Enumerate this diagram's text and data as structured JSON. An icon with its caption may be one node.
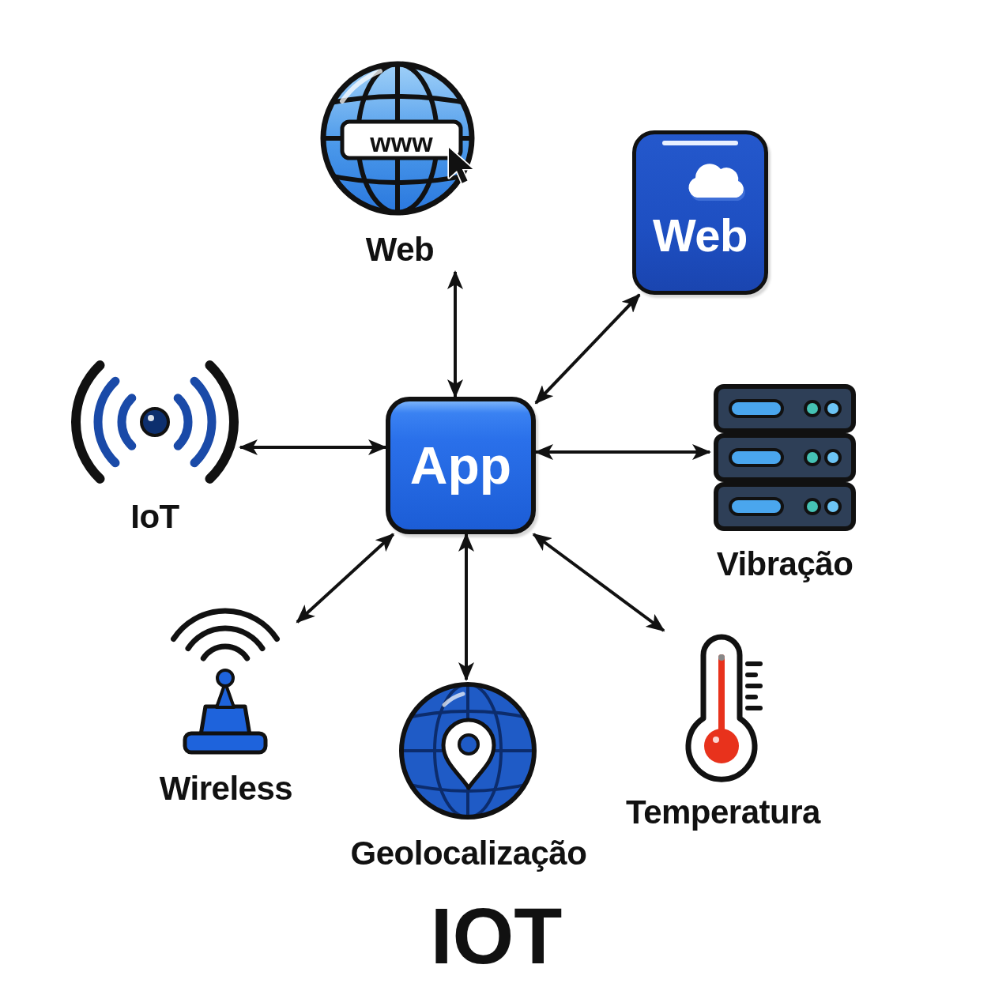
{
  "diagram": {
    "title": "IOT",
    "nodes": [
      {
        "text": [
          "Web"
        ]
      },
      {
        "text": [
          "Web"
        ]
      },
      {
        "text": [
          "IoT"
        ]
      },
      {
        "text": [
          "App"
        ]
      },
      {
        "text": [
          "Vibração"
        ]
      },
      {
        "text": [
          "Wireless"
        ]
      },
      {
        "text": [
          "Geolocalização"
        ]
      },
      {
        "text": [
          "Temperatura"
        ]
      }
    ],
    "edges": [
      {
        "from": 3,
        "to": 0,
        "arrow": "both"
      },
      {
        "from": 3,
        "to": 1,
        "arrow": "both"
      },
      {
        "from": 3,
        "to": 2,
        "arrow": "both"
      },
      {
        "from": 3,
        "to": 4,
        "arrow": "both"
      },
      {
        "from": 3,
        "to": 5,
        "arrow": "both"
      },
      {
        "from": 3,
        "to": 6,
        "arrow": "both"
      },
      {
        "from": 3,
        "to": 7,
        "arrow": "both"
      }
    ],
    "labels": [
      "www"
    ]
  }
}
